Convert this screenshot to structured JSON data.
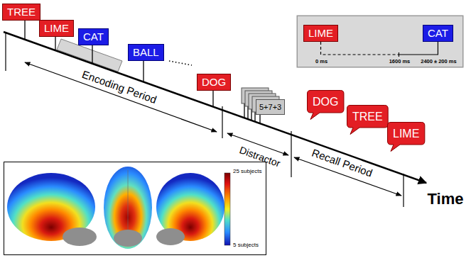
{
  "diagram": {
    "nodes": [
      {
        "text": [
          "TREE"
        ]
      },
      {
        "text": [
          "LIME"
        ]
      },
      {
        "text": [
          "CAT"
        ]
      },
      {
        "text": [
          "BALL"
        ]
      },
      {
        "text": [
          "DOG"
        ]
      },
      {
        "text": [
          "5+7+3"
        ]
      },
      {
        "text": [
          "DOG"
        ]
      },
      {
        "text": [
          "TREE"
        ]
      },
      {
        "text": [
          "LIME"
        ]
      },
      {
        "text": [
          "0 ms",
          "1600 ms",
          "2400 ± 200 ms"
        ]
      },
      {
        "text": [
          "LIME"
        ],
        "in": 9
      },
      {
        "text": [
          "CAT"
        ],
        "in": 9
      },
      {
        "text": [
          "25 subjects",
          "5 subjects"
        ]
      }
    ],
    "edges": [
      {
        "from": 10,
        "to": 11,
        "arrow": "none"
      }
    ],
    "labels": [
      "Encoding Period",
      "Distractor",
      "Recall Period",
      "Time"
    ]
  }
}
